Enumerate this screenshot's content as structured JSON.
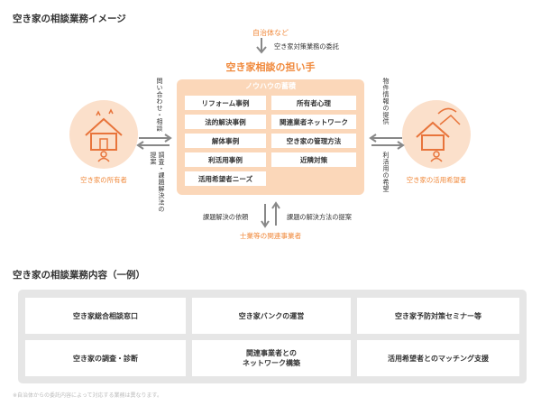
{
  "heading_top": "空き家の相談業務イメージ",
  "heading_bottom": "空き家の相談業務内容（一例）",
  "top_party": "自治体など",
  "top_flow_label": "空き家対策業務の委託",
  "center_title": "空き家相談の担い手",
  "knowhow_title": "ノウハウの蓄積",
  "knowhow_items": [
    "リフォーム事例",
    "所有者心理",
    "法的解決事例",
    "関連業者ネットワーク",
    "解体事例",
    "空き家の管理方法",
    "利活用事例",
    "近隣対策",
    "活用希望者ニーズ"
  ],
  "left_party": "空き家の所有者",
  "left_flow_in": "問い合わせ・相談",
  "left_flow_out": "調査・課題解決法の提案",
  "right_party": "空き家の活用希望者",
  "right_flow_in": "物件情報の提供",
  "right_flow_out": "利活用の希望",
  "bottom_party": "士業等の関連事業者",
  "bottom_flow_left": "課題解決の依頼",
  "bottom_flow_right": "課題の解決方法の提案",
  "services": [
    "空き家総合相談窓口",
    "空き家バンクの運営",
    "空き家予防対策セミナー等",
    "空き家の調査・診断",
    "関連事業者との\nネットワーク構築",
    "活用希望者とのマッチング支援"
  ],
  "footnote": "※自治体からの委託内容によって対応する業務は異なります。",
  "colors": {
    "accent": "#f0883a",
    "knowhow_bg": "#fbd7b9",
    "circle_bg": "#fbe0cb",
    "panel_gray": "#e6e6e6"
  },
  "icons": {
    "owner": "house-person-icon",
    "seeker": "house-person-icon"
  }
}
